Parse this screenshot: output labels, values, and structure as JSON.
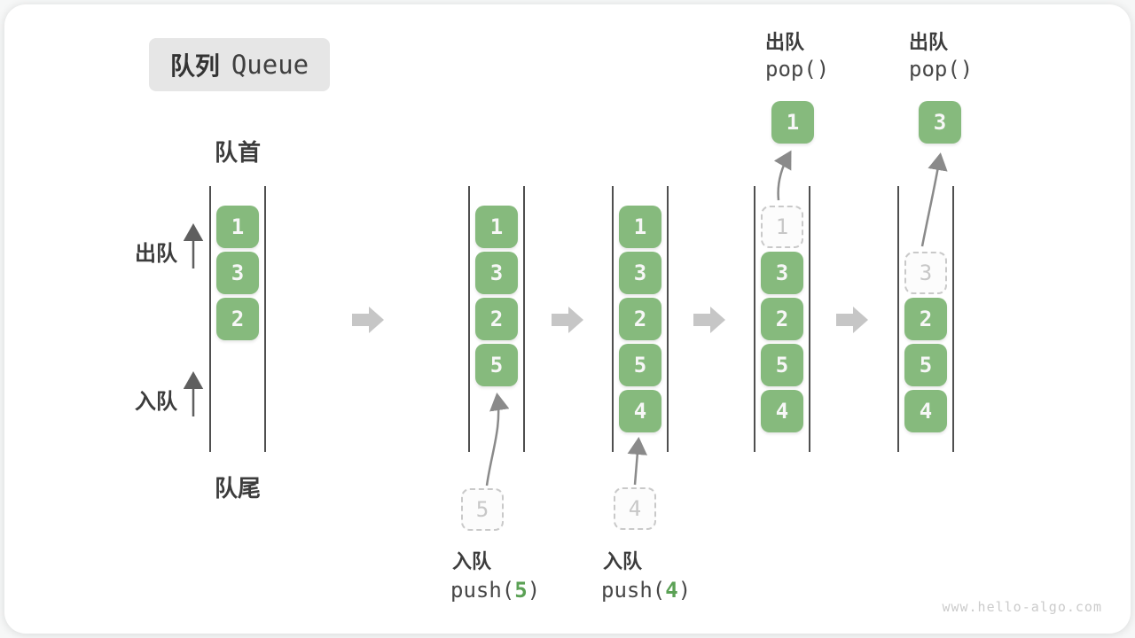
{
  "header": {
    "title_zh": "队列",
    "title_en": "Queue"
  },
  "side_labels": {
    "front": "队首",
    "rear": "队尾",
    "dequeue": "出队",
    "enqueue": "入队"
  },
  "states": [
    {
      "name": "initial",
      "boxes": [
        "1",
        "3",
        "2"
      ]
    },
    {
      "name": "after-push-5",
      "boxes": [
        "1",
        "3",
        "2",
        "5"
      ],
      "ghost": "5"
    },
    {
      "name": "after-push-4",
      "boxes": [
        "1",
        "3",
        "2",
        "5",
        "4"
      ],
      "ghost": "4"
    },
    {
      "name": "after-pop-1",
      "ghost": "1",
      "boxes": [
        "3",
        "2",
        "5",
        "4"
      ],
      "popped": "1"
    },
    {
      "name": "after-pop-3",
      "ghost": "3",
      "boxes": [
        "2",
        "5",
        "4"
      ],
      "popped": "3"
    }
  ],
  "operations": {
    "enqueue_5": {
      "label": "入队",
      "fn": "push(",
      "arg": "5",
      "close": ")"
    },
    "enqueue_4": {
      "label": "入队",
      "fn": "push(",
      "arg": "4",
      "close": ")"
    },
    "dequeue_1": {
      "label": "出队",
      "code": "pop()"
    },
    "dequeue_3": {
      "label": "出队",
      "code": "pop()"
    }
  },
  "watermark": "www.hello-algo.com",
  "colors": {
    "box_green": "#86ba7d",
    "code_arg_green": "#5ba155",
    "ghost_gray": "#c9c9c9",
    "flow_arrow_gray": "#c6c6c6",
    "channel_line_gray": "#4f4f4f",
    "text_dark": "#3c3c3c",
    "title_badge_bg": "#e6e6e6"
  }
}
